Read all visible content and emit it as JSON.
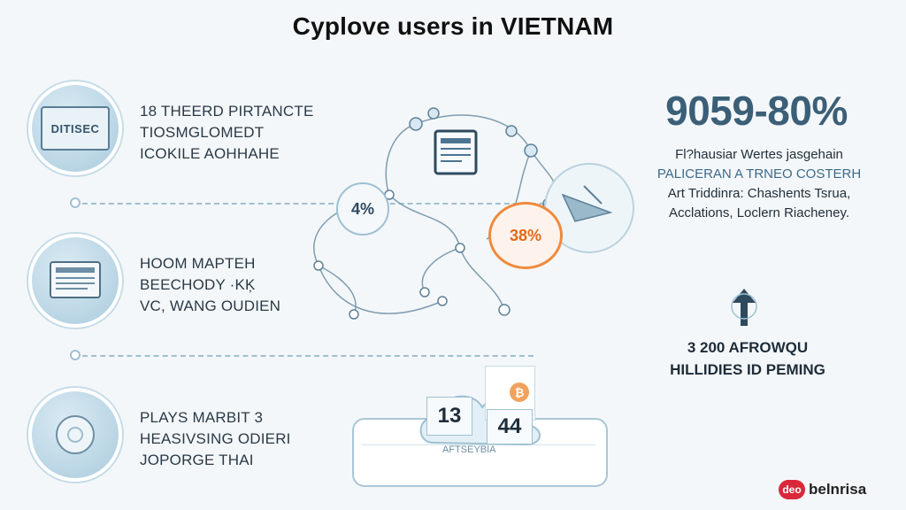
{
  "title": "Cyplove users in VIETNAM",
  "rows": [
    {
      "icon_label": "DITISEC",
      "lines": [
        "18 THEERD PIRTANCTE",
        "TIOSMGLOMEDT",
        "ICOKILE AOHHAHE"
      ]
    },
    {
      "lines": [
        "HOOM MAPTEH",
        "BEECHODY ·KĶ",
        "VC, WANG OUDIEN"
      ]
    },
    {
      "lines": [
        "PLAYS MARBIT 3",
        "HEASIVSING ODIERI",
        "JOPORGE THAI"
      ]
    }
  ],
  "diagram": {
    "bubble_left": "4%",
    "bubble_right": "38%",
    "panel_num_left": "13",
    "panel_num_right": "44",
    "panel_caption": "AFTSEYBIA"
  },
  "stat": {
    "value": "9059-80%",
    "desc_line1": "Fl?hausiar Wertes jasgehain",
    "desc_line2": "PALICERAN A TRNEO COSTERH",
    "desc_line3": "Art Triddinra: Chashents Tsrua,",
    "desc_line4": "Acclations, Loclern Riacheney."
  },
  "bottom_stat": {
    "line1": "3 200 AFROWQU",
    "line2": "HILLIDIES ID PEMING"
  },
  "brand": {
    "mark": "deo",
    "name": "belnrisa"
  },
  "colors": {
    "accent": "#3c5f78",
    "line": "#9fc0d3",
    "orange": "#f08a3c",
    "brand_red": "#d9283a"
  }
}
